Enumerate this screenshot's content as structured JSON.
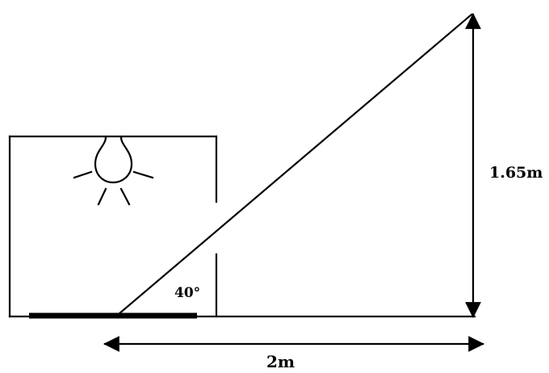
{
  "labels": {
    "angle": "40°",
    "height": "1.65m",
    "distance": "2m"
  },
  "colors": {
    "line": "#000000",
    "background": "#ffffff"
  },
  "icons": {
    "light": "light-bulb-icon"
  }
}
